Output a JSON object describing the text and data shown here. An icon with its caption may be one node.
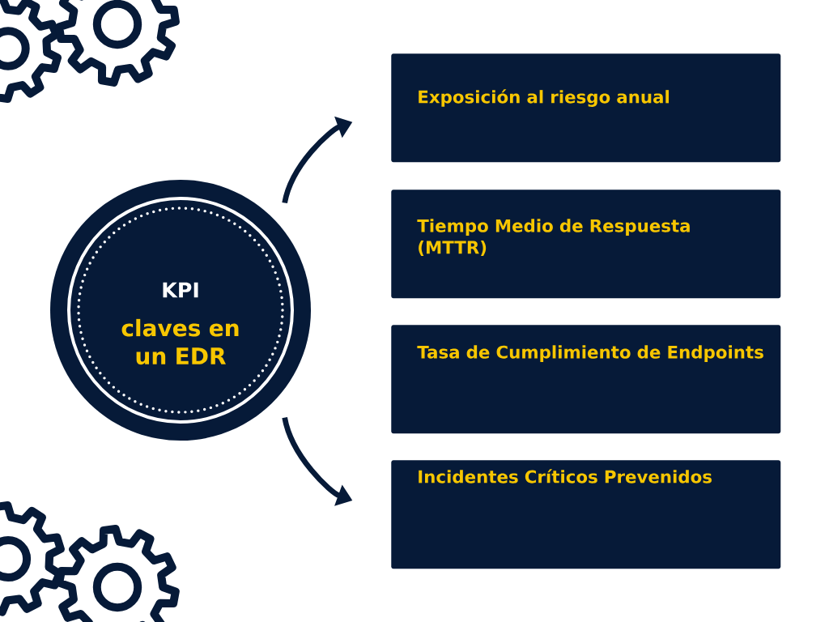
{
  "diagram": {
    "nodes": [
      {
        "text": [
          "KPI",
          "claves en un EDR"
        ]
      },
      {
        "text": [
          "Exposición al riesgo anual"
        ]
      },
      {
        "text": [
          "Tiempo Medio de Respuesta (MTTR)"
        ]
      },
      {
        "text": [
          "Tasa de Cumplimiento de Endpoints"
        ]
      },
      {
        "text": [
          "Incidentes Críticos Prevenidos"
        ]
      }
    ],
    "edges": [
      {
        "from": 0,
        "to": 1,
        "arrow": "to"
      },
      {
        "from": 0,
        "to": 4,
        "arrow": "to"
      }
    ]
  }
}
